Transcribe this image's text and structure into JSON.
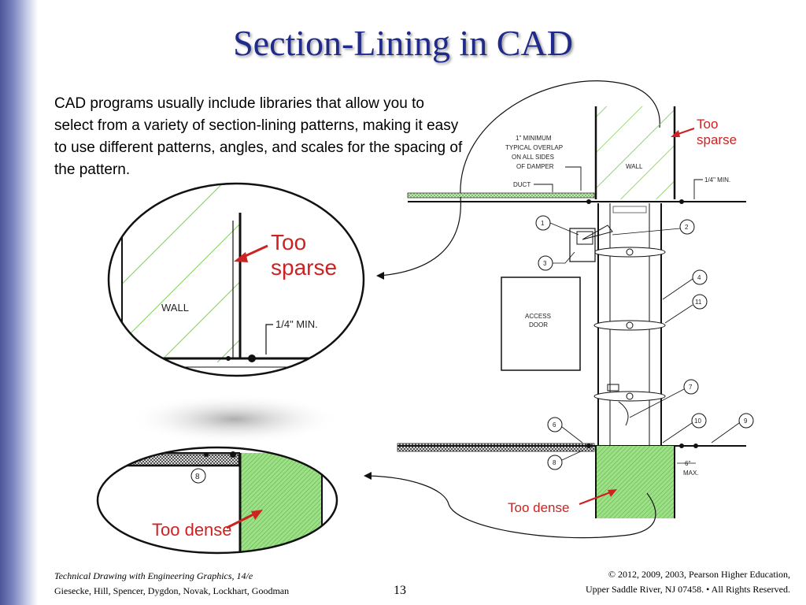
{
  "slide": {
    "title": "Section-Lining in CAD",
    "body": "CAD programs usually include libraries that allow you to select from a variety of section-lining patterns, making it easy to use different patterns, angles, and scales for the spacing of the pattern.",
    "page_number": "13"
  },
  "footer": {
    "book_title": "Technical Drawing with Engineering Graphics, 14/e",
    "authors": "Giesecke, Hill, Spencer, Dygdon, Novak, Lockhart, Goodman",
    "copyright": "© 2012, 2009, 2003, Pearson Higher Education,",
    "address": "Upper Saddle River, NJ 07458. • All Rights Reserved."
  },
  "drawing": {
    "note_overlap": [
      "1\" MINIMUM",
      "TYPICAL OVERLAP",
      "ON ALL SIDES",
      "OF DAMPER"
    ],
    "wall": "WALL",
    "duct": "DUCT",
    "min_quarter": "1/4\" MIN.",
    "access_door": [
      "ACCESS",
      "DOOR"
    ],
    "max_six": [
      "6\"",
      "MAX."
    ],
    "callouts": [
      "1",
      "2",
      "3",
      "4",
      "11",
      "7",
      "6",
      "10",
      "9",
      "8"
    ]
  },
  "annotations": {
    "too_sparse": [
      "Too",
      "sparse"
    ],
    "too_dense": "Too dense"
  },
  "colors": {
    "title": "#1f2a8a",
    "hatch_green": "#7ecb5c",
    "dense_fill": "#8fd878",
    "annotation_red": "#cc2222"
  }
}
